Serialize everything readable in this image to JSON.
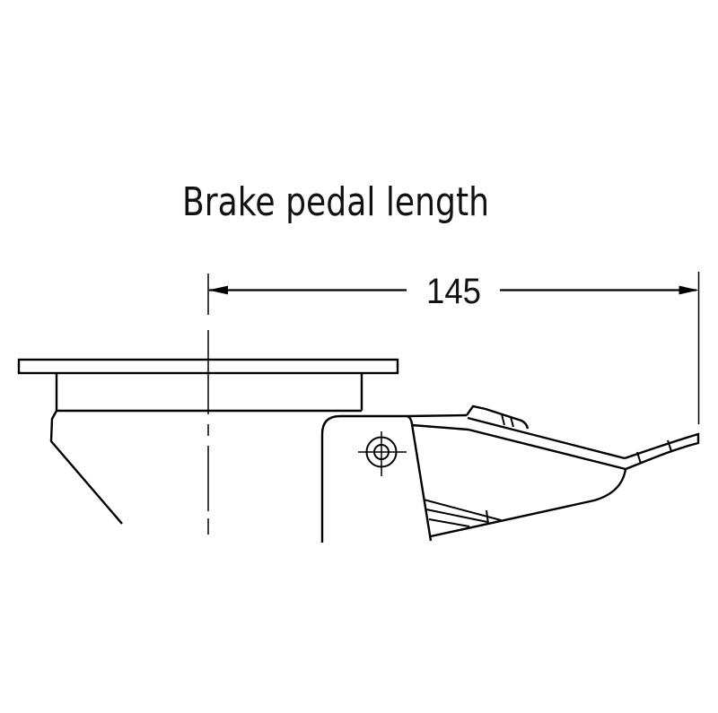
{
  "title": "Brake pedal length",
  "dimension": {
    "label": "145"
  },
  "drawing": {
    "parts": [
      "top-plate",
      "swivel-fork",
      "brake-bracket",
      "pivot-hole",
      "brake-pedal"
    ]
  },
  "colors": {
    "line": "#000000",
    "text": "#111111",
    "background": "#ffffff"
  }
}
